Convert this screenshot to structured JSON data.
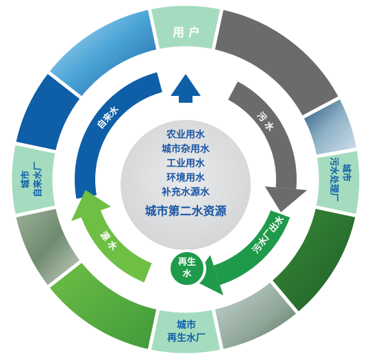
{
  "colors": {
    "mint": "#a5dcc0",
    "blue": "#0f5fa8",
    "dark_gray": "#6b6b6b",
    "dark_green": "#1f9a4a",
    "light_green": "#6fbf45",
    "center_fill": "#d9dadb",
    "center_text": "#1a56a5"
  },
  "nodes": {
    "user": "用 户",
    "sewage_plant_line1": "城市",
    "sewage_plant_line2": "污水处理厂",
    "reclaimed_plant_line1": "城市",
    "reclaimed_plant_line2": "再生水厂",
    "tap_plant_line1": "城市",
    "tap_plant_line2": "自来水厂"
  },
  "flows": {
    "tap_water": "自来水",
    "sewage": "污 水",
    "plant_effluent": "污水厂出水",
    "reclaimed_water": "再生水",
    "replenish": "源 水"
  },
  "center": {
    "uses": [
      "农业用水",
      "城市杂用水",
      "工业用水",
      "环境用水",
      "补充水源水"
    ],
    "title": "城市第二水资源"
  }
}
